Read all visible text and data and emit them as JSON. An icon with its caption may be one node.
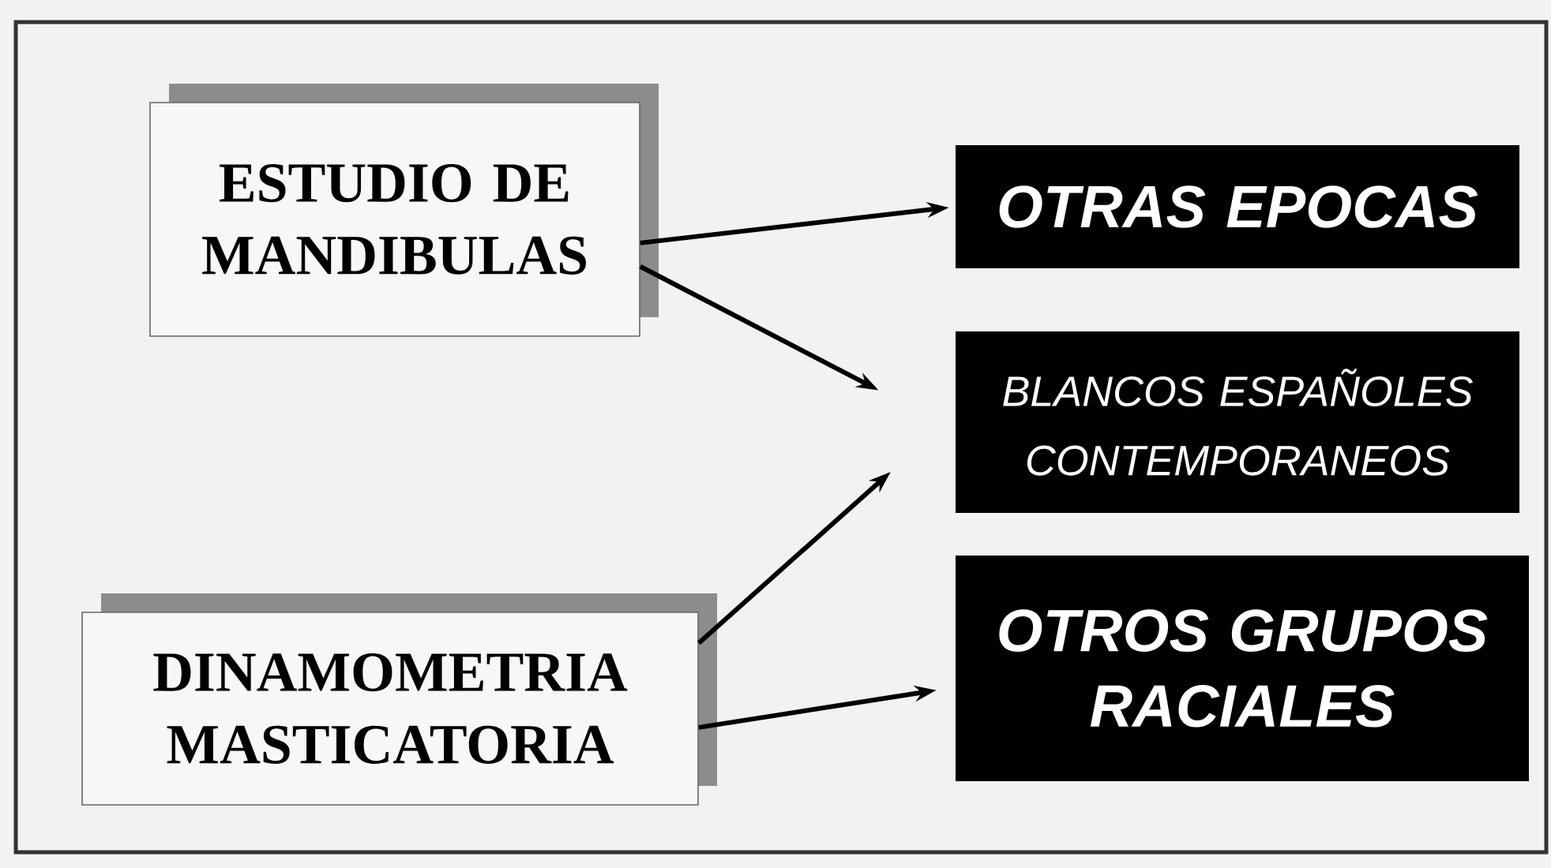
{
  "diagram": {
    "nodes": [
      {
        "text": [
          "ESTUDIO DE MANDIBULAS"
        ]
      },
      {
        "text": [
          "DINAMOMETRIA MASTICATORIA"
        ]
      },
      {
        "text": [
          "OTRAS EPOCAS"
        ]
      },
      {
        "text": [
          "BLANCOS ESPAÑOLES CONTEMPORANEOS"
        ]
      },
      {
        "text": [
          "OTROS GRUPOS RACIALES"
        ]
      }
    ],
    "edges": [
      {
        "from": 0,
        "to": 2,
        "arrow": "to"
      },
      {
        "from": 0,
        "to": 3,
        "arrow": "to"
      },
      {
        "from": 1,
        "to": 3,
        "arrow": "to"
      },
      {
        "from": 1,
        "to": 4,
        "arrow": "to"
      }
    ]
  }
}
